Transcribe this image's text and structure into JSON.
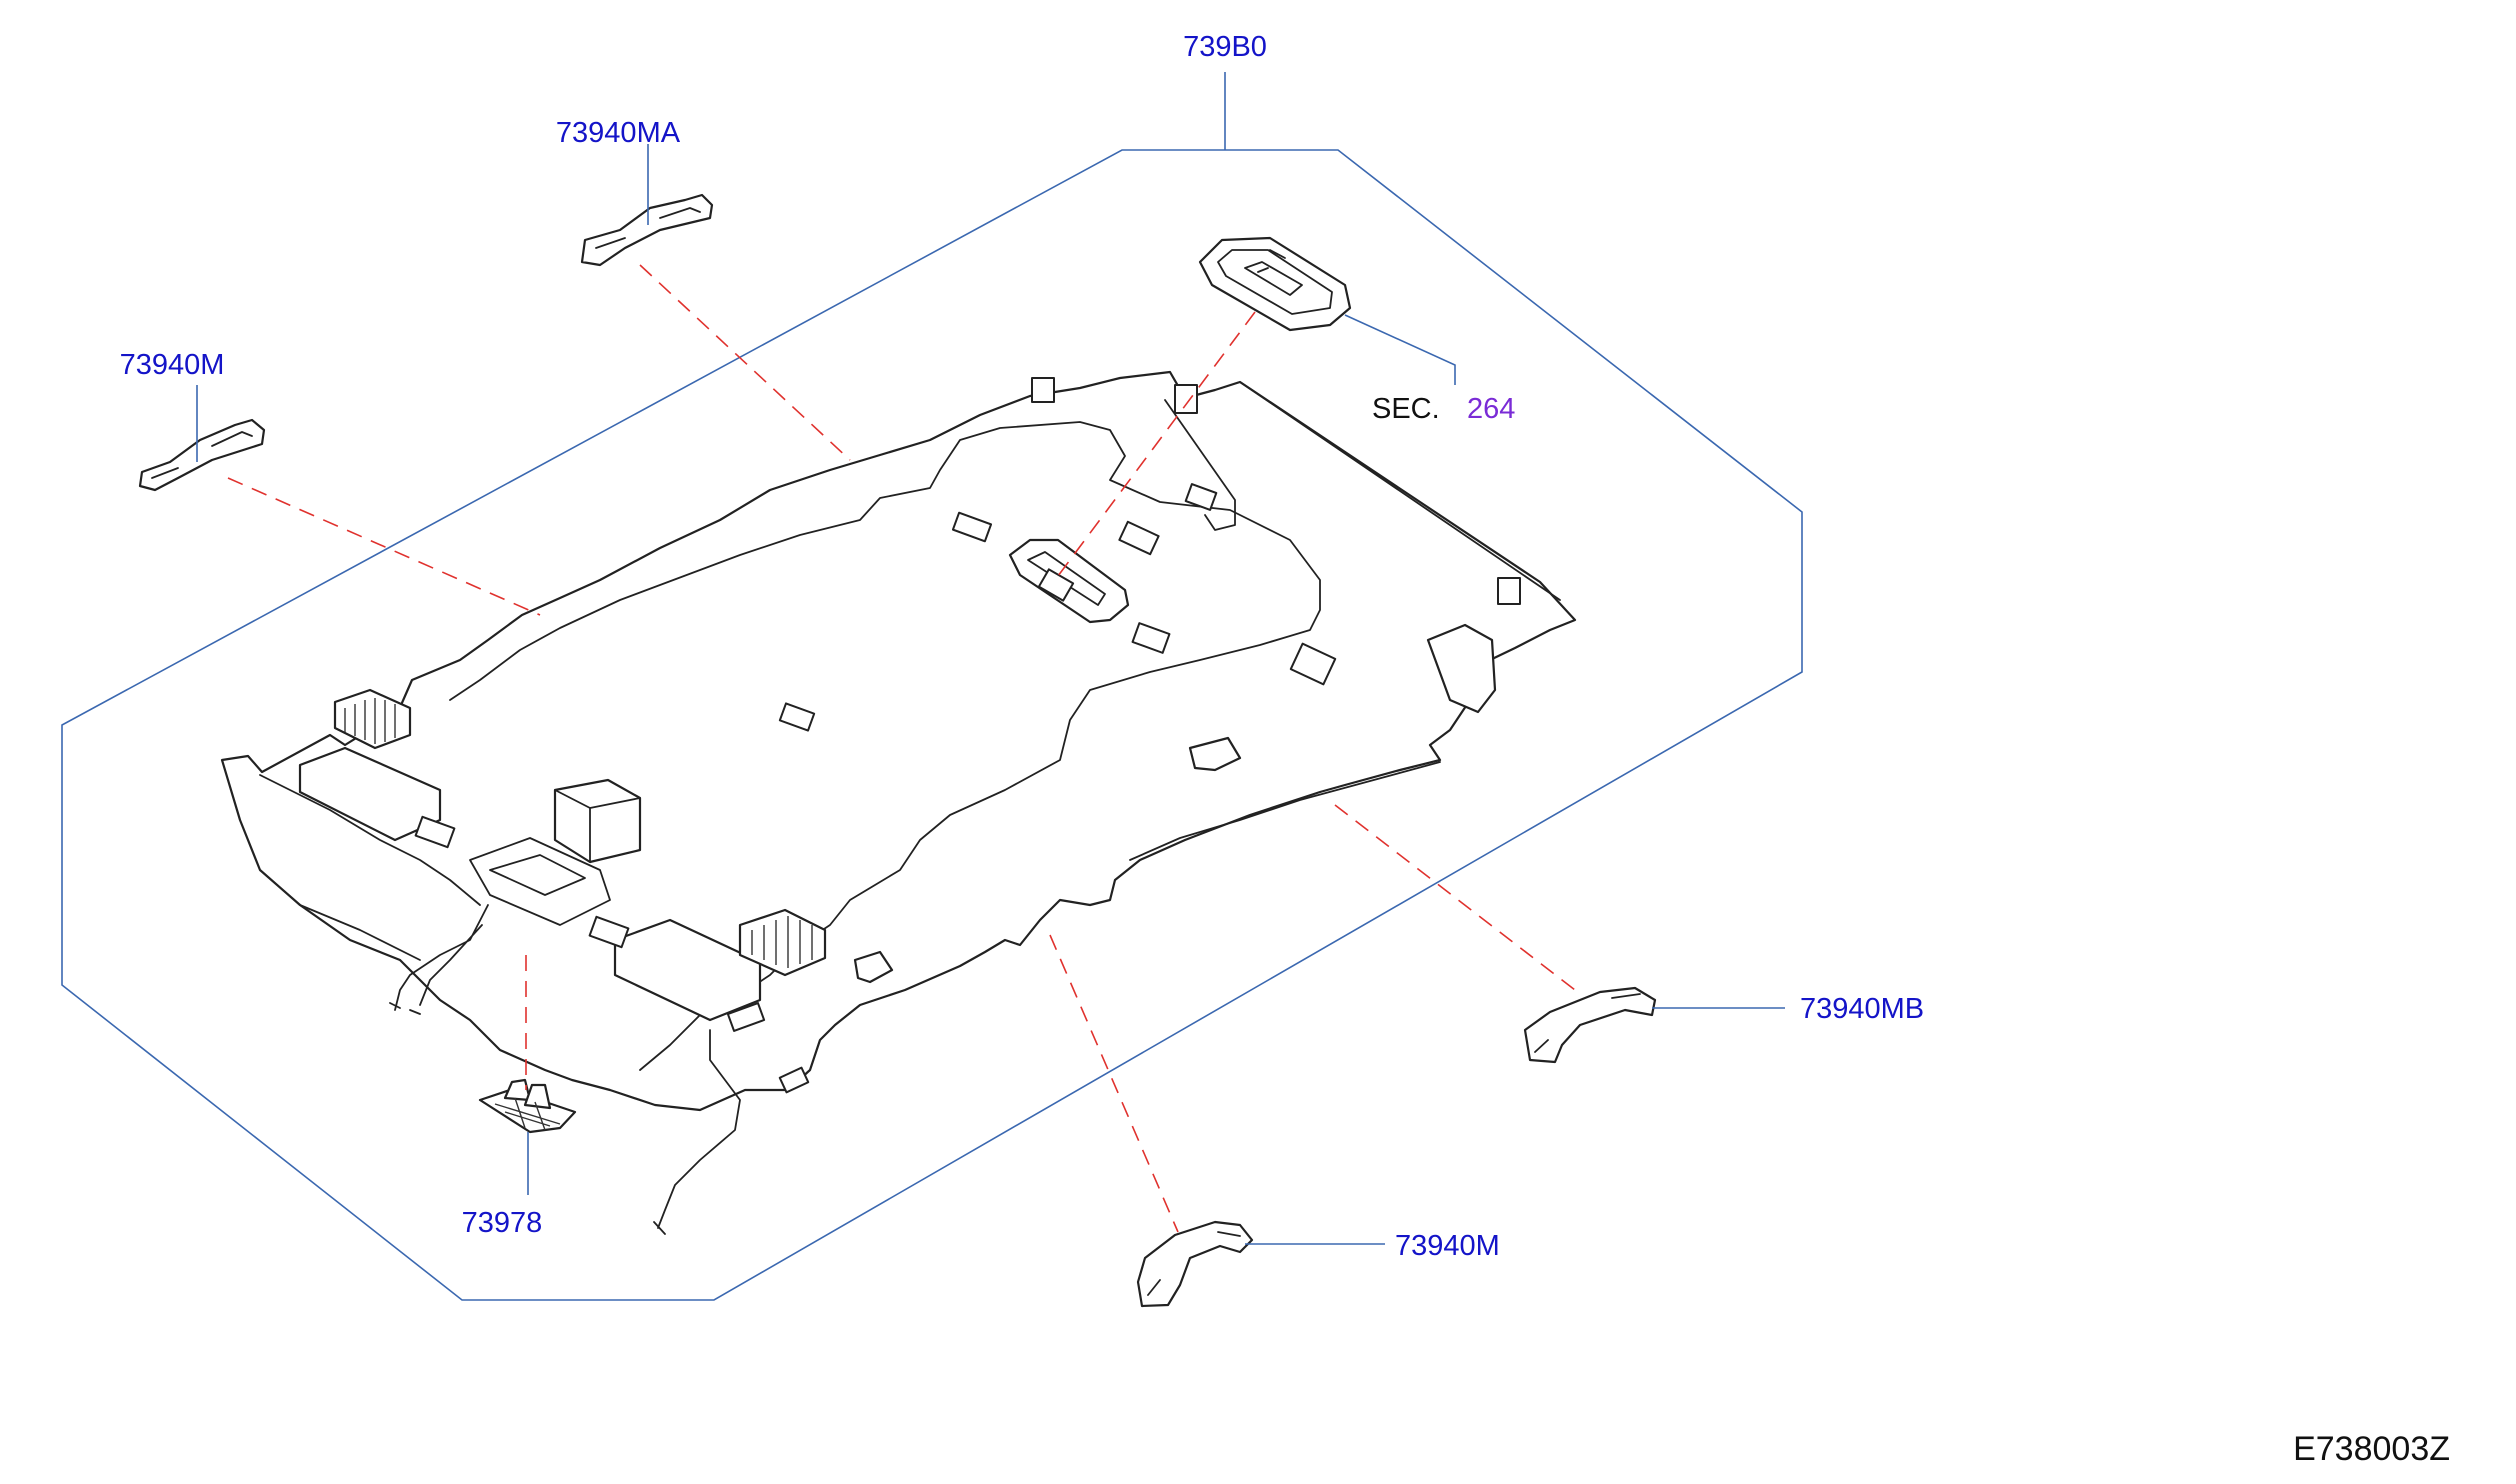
{
  "diagram": {
    "figure_code": "E738003Z",
    "labels": {
      "headlining": "739B0",
      "assist_grip_front_right": "73940MA",
      "assist_grip_front_left": "73940M",
      "assist_grip_rear_right": "73940MB",
      "assist_grip_rear_left": "73940M",
      "clip": "73978",
      "section_prefix": "SEC.",
      "section_number": "264"
    },
    "colors": {
      "part_number": "#1414c8",
      "section_reference": "#7a2bd6",
      "boundary": "#3b68b0",
      "connector_dashed": "#e0322e",
      "part_outline": "#222222"
    }
  }
}
